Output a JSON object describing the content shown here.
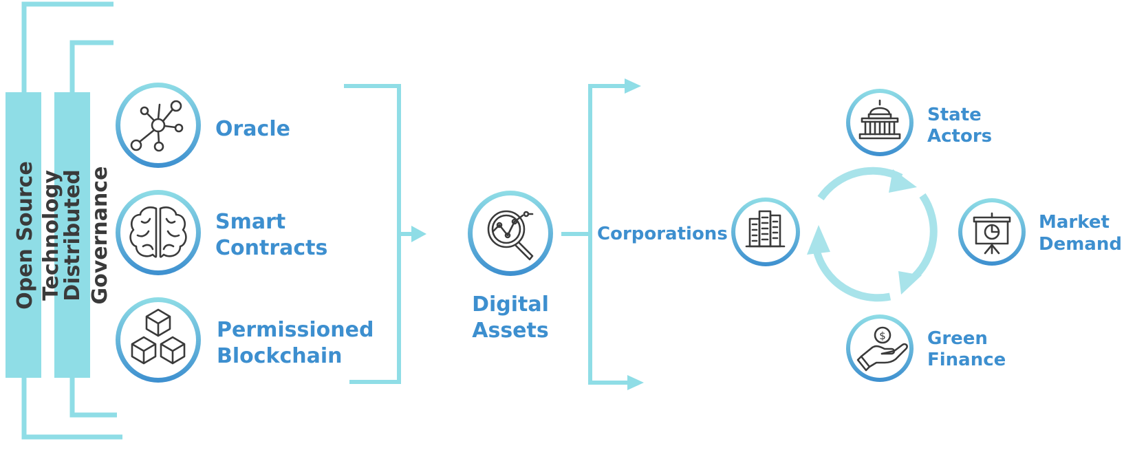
{
  "colors": {
    "accent_line": "#8fdde6",
    "circle_ring": "#3d8fcf",
    "label_blue": "#3d8fcf",
    "vertical_text": "#3a3a3a"
  },
  "foundation": {
    "open_source": "Open Source",
    "technology": "Technology",
    "distributed": "Distributed",
    "governance": "Governance"
  },
  "components": [
    {
      "icon": "network-icon",
      "lines": [
        "Oracle"
      ]
    },
    {
      "icon": "brain-icon",
      "lines": [
        "Smart",
        "Contracts"
      ]
    },
    {
      "icon": "blocks-icon",
      "lines": [
        "Permissioned",
        "Blockchain"
      ]
    }
  ],
  "digital_assets": {
    "icon": "analytics-search-icon",
    "lines": [
      "Digital",
      "Assets"
    ]
  },
  "corporations": {
    "label": "Corporations",
    "icon": "buildings-icon"
  },
  "cycle": [
    {
      "icon": "capitol-icon",
      "lines": [
        "State",
        "Actors"
      ]
    },
    {
      "icon": "presentation-chart-icon",
      "lines": [
        "Market",
        "Demand"
      ]
    },
    {
      "icon": "money-hand-icon",
      "lines": [
        "Green",
        "Finance"
      ]
    }
  ]
}
